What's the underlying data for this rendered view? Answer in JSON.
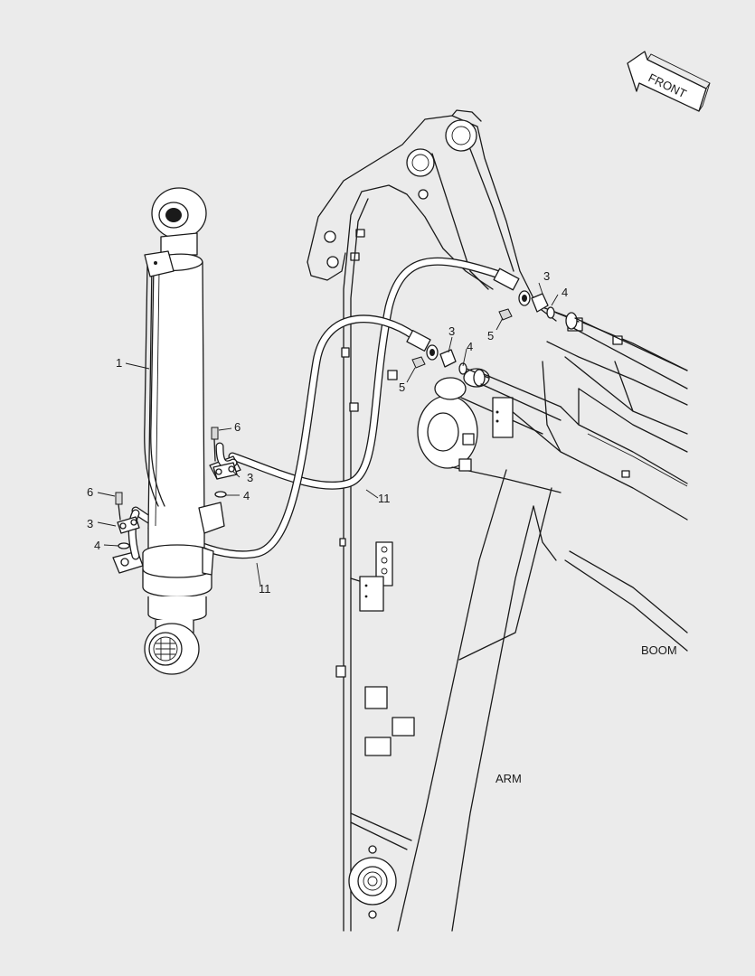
{
  "direction": {
    "label": "FRONT",
    "icon": "arrow-left-icon"
  },
  "components": {
    "boom": "BOOM",
    "arm": "ARM"
  },
  "callouts": {
    "c1": "1",
    "c11a": "11",
    "c11b": "11",
    "c3a": "3",
    "c3b": "3",
    "c3c": "3",
    "c3d": "3",
    "c4a": "4",
    "c4b": "4",
    "c4c": "4",
    "c4d": "4",
    "c5a": "5",
    "c5b": "5",
    "c6a": "6",
    "c6b": "6"
  }
}
